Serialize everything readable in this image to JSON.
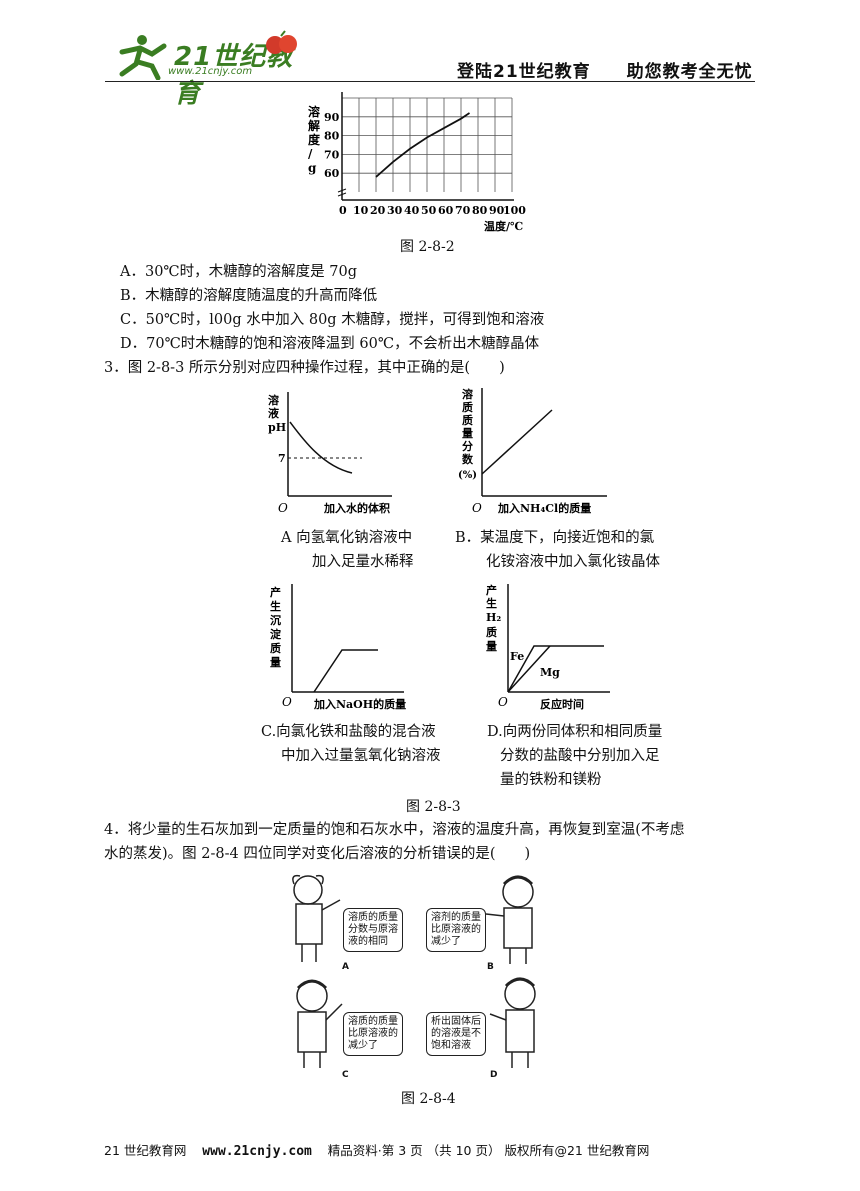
{
  "header": {
    "logo_text": "21世纪教育",
    "logo_url": "www.21cnjy.com",
    "slogan": "登陆21世纪教育　　助您教考全无忧"
  },
  "q2_chart": {
    "ylabel": "溶解度/g",
    "xlabel": "温度/℃",
    "y_ticks": [
      "60",
      "70",
      "80",
      "90"
    ],
    "x_ticks": [
      "0",
      "10",
      "20",
      "30",
      "40",
      "50",
      "60",
      "70",
      "80",
      "90",
      "100"
    ],
    "caption": "图 2-8-2"
  },
  "chart_data": [
    {
      "type": "line",
      "title": "",
      "xlabel": "温度/℃",
      "ylabel": "溶解度/g",
      "xlim": [
        0,
        100
      ],
      "ylim": [
        50,
        100
      ],
      "grid": true,
      "series": [
        {
          "x": [
            20,
            30,
            40,
            50,
            60,
            70,
            75
          ],
          "y": [
            58,
            66,
            73,
            79,
            84,
            89,
            92
          ]
        }
      ]
    }
  ],
  "q2_options": [
    "A．30℃时，木糖醇的溶解度是 70g",
    "B．木糖醇的溶解度随温度的升高而降低",
    "C．50℃时，l00g 水中加入 80g 木糖醇，搅拌，可得到饱和溶液",
    "D．70℃时木糖醇的饱和溶液降温到 60℃，不会析出木糖醇晶体"
  ],
  "q3": {
    "stem": "3．图 2-8-3 所示分别对应四种操作过程，其中正确的是(　　)",
    "graphA": {
      "ylabel_chars": [
        "溶",
        "液",
        "pH"
      ],
      "tick7": "7",
      "origin": "O",
      "xlabel": "加入水的体积"
    },
    "graphB": {
      "ylabel_chars": [
        "溶",
        "质",
        "质",
        "量",
        "分",
        "数",
        "(%)"
      ],
      "origin": "O",
      "xlabel": "加入NH₄Cl的质量"
    },
    "graphC": {
      "ylabel_chars": [
        "产",
        "生",
        "沉",
        "淀",
        "质",
        "量"
      ],
      "origin": "O",
      "xlabel": "加入NaOH的质量"
    },
    "graphD": {
      "ylabel_chars": [
        "产",
        "生",
        "H₂",
        "质",
        "量"
      ],
      "origin": "O",
      "xlabel": "反应时间",
      "label_fe": "Fe",
      "label_mg": "Mg"
    },
    "optA": [
      "A 向氢氧化钠溶液中",
      "加入足量水稀释"
    ],
    "optB": [
      "B．某温度下，向接近饱和的氯",
      "化铵溶液中加入氯化铵晶体"
    ],
    "optC": [
      "C.向氯化铁和盐酸的混合液",
      "中加入过量氢氧化钠溶液"
    ],
    "optD": [
      "D.向两份同体积和相同质量",
      "分数的盐酸中分别加入足",
      "量的铁粉和镁粉"
    ],
    "caption": "图 2-8-3"
  },
  "q4": {
    "stem1": "4．将少量的生石灰加到一定质量的饱和石灰水中，溶液的温度升高，再恢复到室温(不考虑",
    "stem2": "水的蒸发)。图 2-8-4 四位同学对变化后溶液的分析错误的是(　　)",
    "bubbleA": "溶质的质量\n分数与原溶\n液的相同",
    "bubbleB": "溶剂的质量\n比原溶液的\n减少了",
    "bubbleC": "溶质的质量\n比原溶液的\n减少了",
    "bubbleD": "析出固体后\n的溶液是不\n饱和溶液",
    "labelA": "A",
    "labelB": "B",
    "labelC": "C",
    "labelD": "D",
    "caption": "图 2-8-4"
  },
  "footer": {
    "left": "21 世纪教育网",
    "url": "www.21cnjy.com",
    "right": "精品资料·第 3 页 （共 10 页） 版权所有@21 世纪教育网"
  }
}
